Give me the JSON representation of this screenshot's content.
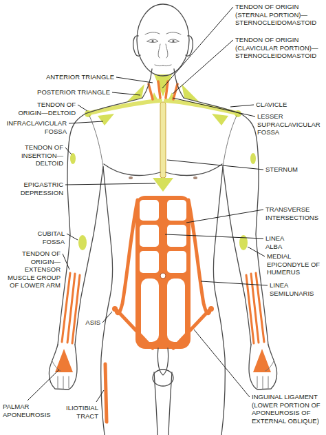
{
  "diagram": {
    "labels": [
      "TENDON OF ORIGIN (STERNAL PORTION)—STERNOCLEIDOMASTOID",
      "TENDON OF ORIGIN (CLAVICULAR PORTION)—STERNOCLEIDOMASTOID",
      "ANTERIOR TRIANGLE",
      "POSTERIOR TRIANGLE",
      "CLAVICLE",
      "TENDON OF ORIGIN—DELTOID",
      "INFRACLAVICULAR FOSSA",
      "LESSER SUPRACLAVICULAR FOSSA",
      "TENDON OF INSERTION—DELTOID",
      "STERNUM",
      "EPIGASTRIC DEPRESSION",
      "TRANSVERSE INTERSECTIONS",
      "CUBITAL FOSSA",
      "LINEA ALBA",
      "TENDON OF ORIGIN—EXTENSOR MUSCLE GROUP OF LOWER ARM",
      "MEDIAL EPICONDYLE OF HUMERUS",
      "LINEA SEMILUNARIS",
      "ASIS",
      "ILIOTIBIAL TRACT",
      "PALMAR APONEUROSIS",
      "INGUINAL LIGAMENT (LOWER PORTION OF APONEUROSIS OF EXTERNAL OBLIQUE)"
    ]
  }
}
